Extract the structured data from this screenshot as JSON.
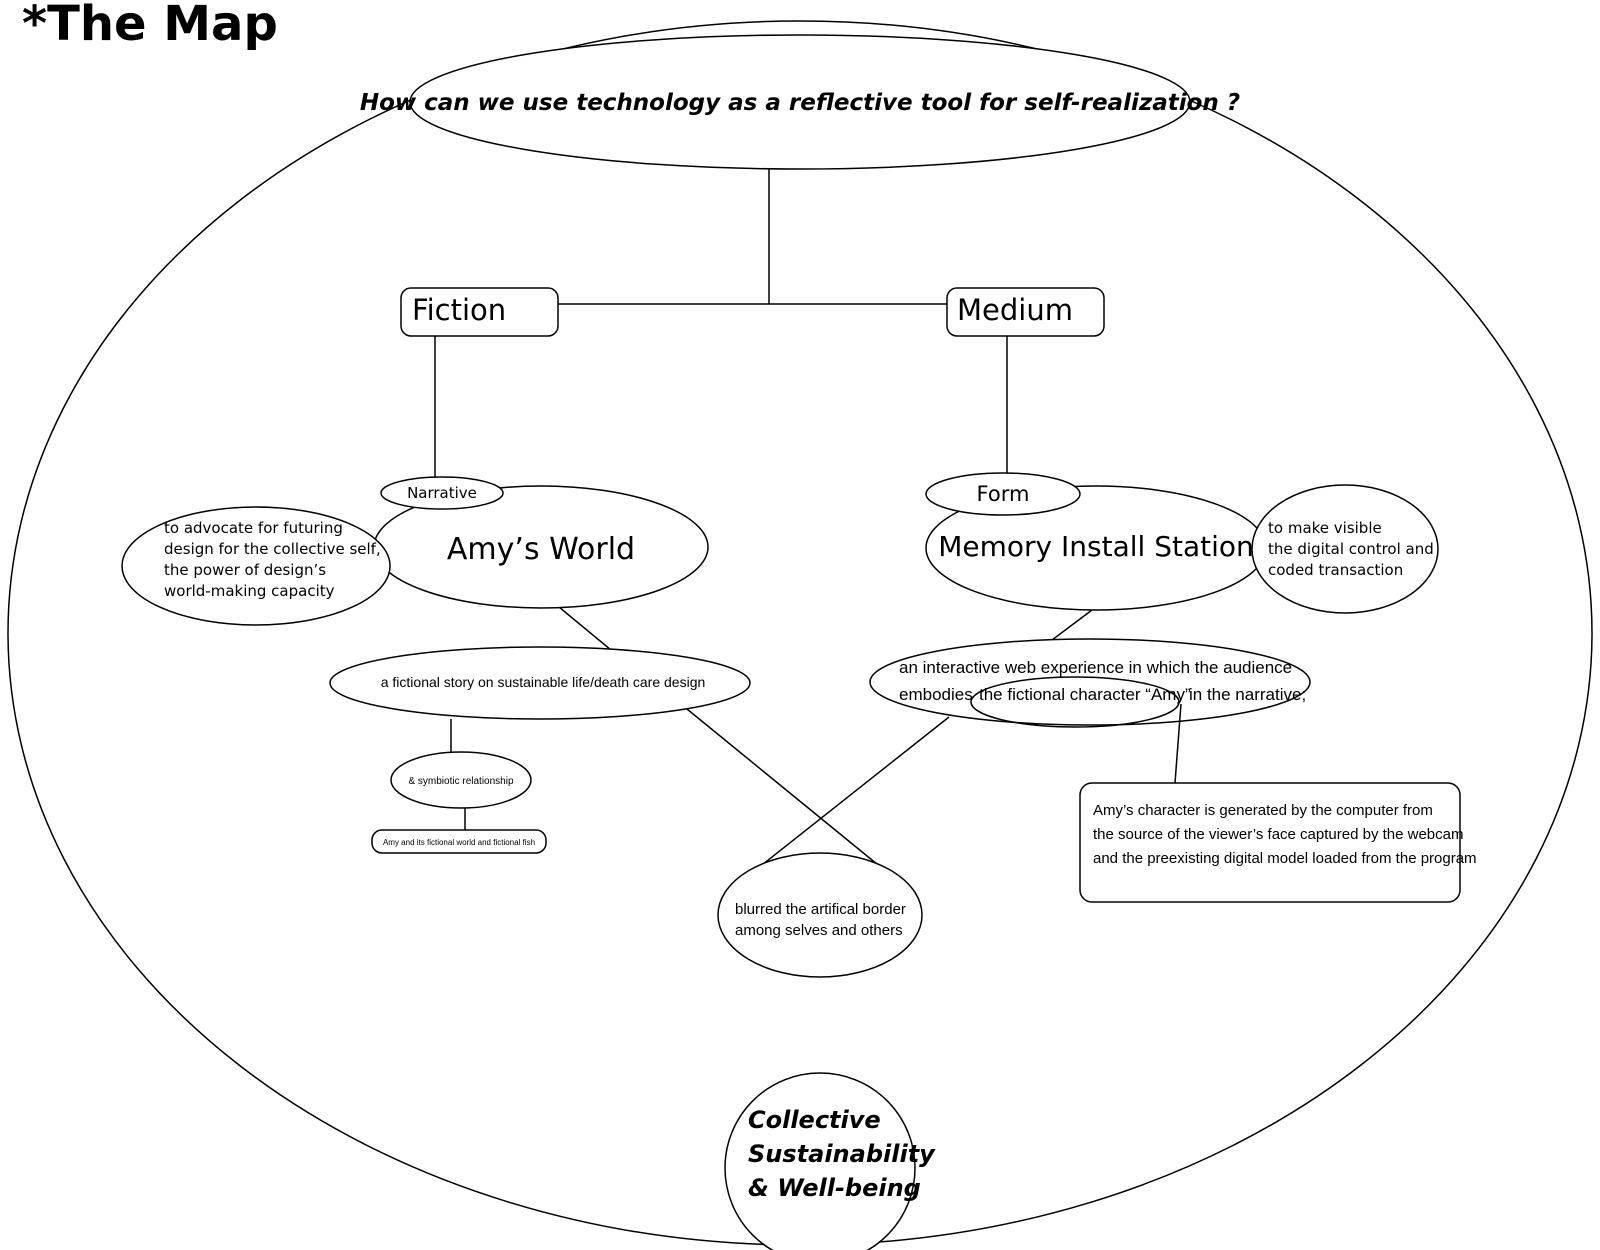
{
  "title": "*The Map",
  "question": "How can we use technology as a reflective tool for  self-realization ?",
  "branches": {
    "fiction": "Fiction",
    "medium": "Medium"
  },
  "left": {
    "tag": "Narrative",
    "main": "Amy’s World",
    "side": [
      "to advocate for futuring",
      "design for the collective self,",
      "the power of design’s",
      "world-making capacity"
    ],
    "story": "a fictional story on sustainable life/death care design",
    "symbiotic": "& symbiotic relationship",
    "fish": "Amy and its fictional world and fictional fish"
  },
  "right": {
    "tag": "Form",
    "main": "Memory Install Station",
    "side": [
      "to make visible",
      "the digital control and",
      "coded transaction"
    ],
    "web_line1": "an interactive web experience in which the audience",
    "web_line2a": "embodies",
    "web_line2b": "the fictional character “Amy”",
    "web_line2c": "in the narrative;",
    "note": [
      "Amy’s character is generated by the computer from",
      "the source of the viewer’s face captured by the webcam",
      "and the preexisting digital model loaded from the program"
    ]
  },
  "blurred": [
    "blurred the artifical border",
    "among selves and others"
  ],
  "bottom": [
    "Collective",
    "Sustainability",
    "& Well-being"
  ]
}
